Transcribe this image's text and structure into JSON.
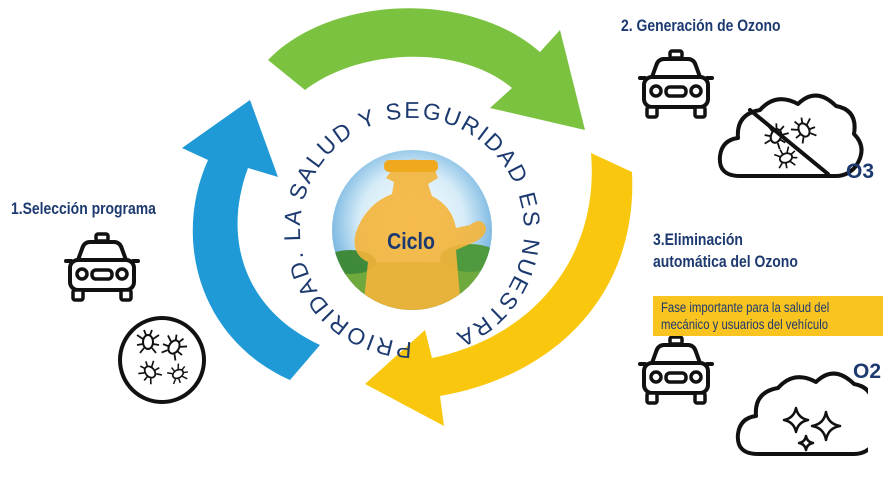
{
  "center": {
    "label": "Ciclo"
  },
  "ring_text": "PRIORIDAD. LA SALUD Y SEGURIDAD ES NUESTRA",
  "steps": [
    {
      "title": "1.Selección programa"
    },
    {
      "title": "2. Generación de Ozono",
      "tag": "O3"
    },
    {
      "title_lines": [
        "3.Eliminación",
        "automática del Ozono"
      ],
      "note": "Fase importante para la salud del mecánico y usuarios del vehículo",
      "tag": "O2"
    }
  ],
  "icons": [
    "car-icon",
    "bacteria-circle-icon",
    "crossed-bacteria-cloud-icon",
    "sparkles-cloud-icon"
  ],
  "colors": {
    "blue_arrow": "#1f9ad6",
    "green_arrow": "#7cc241",
    "yellow_arrow": "#f9c80e",
    "text_navy": "#1d3a70",
    "note_bg": "#f9c41f"
  }
}
